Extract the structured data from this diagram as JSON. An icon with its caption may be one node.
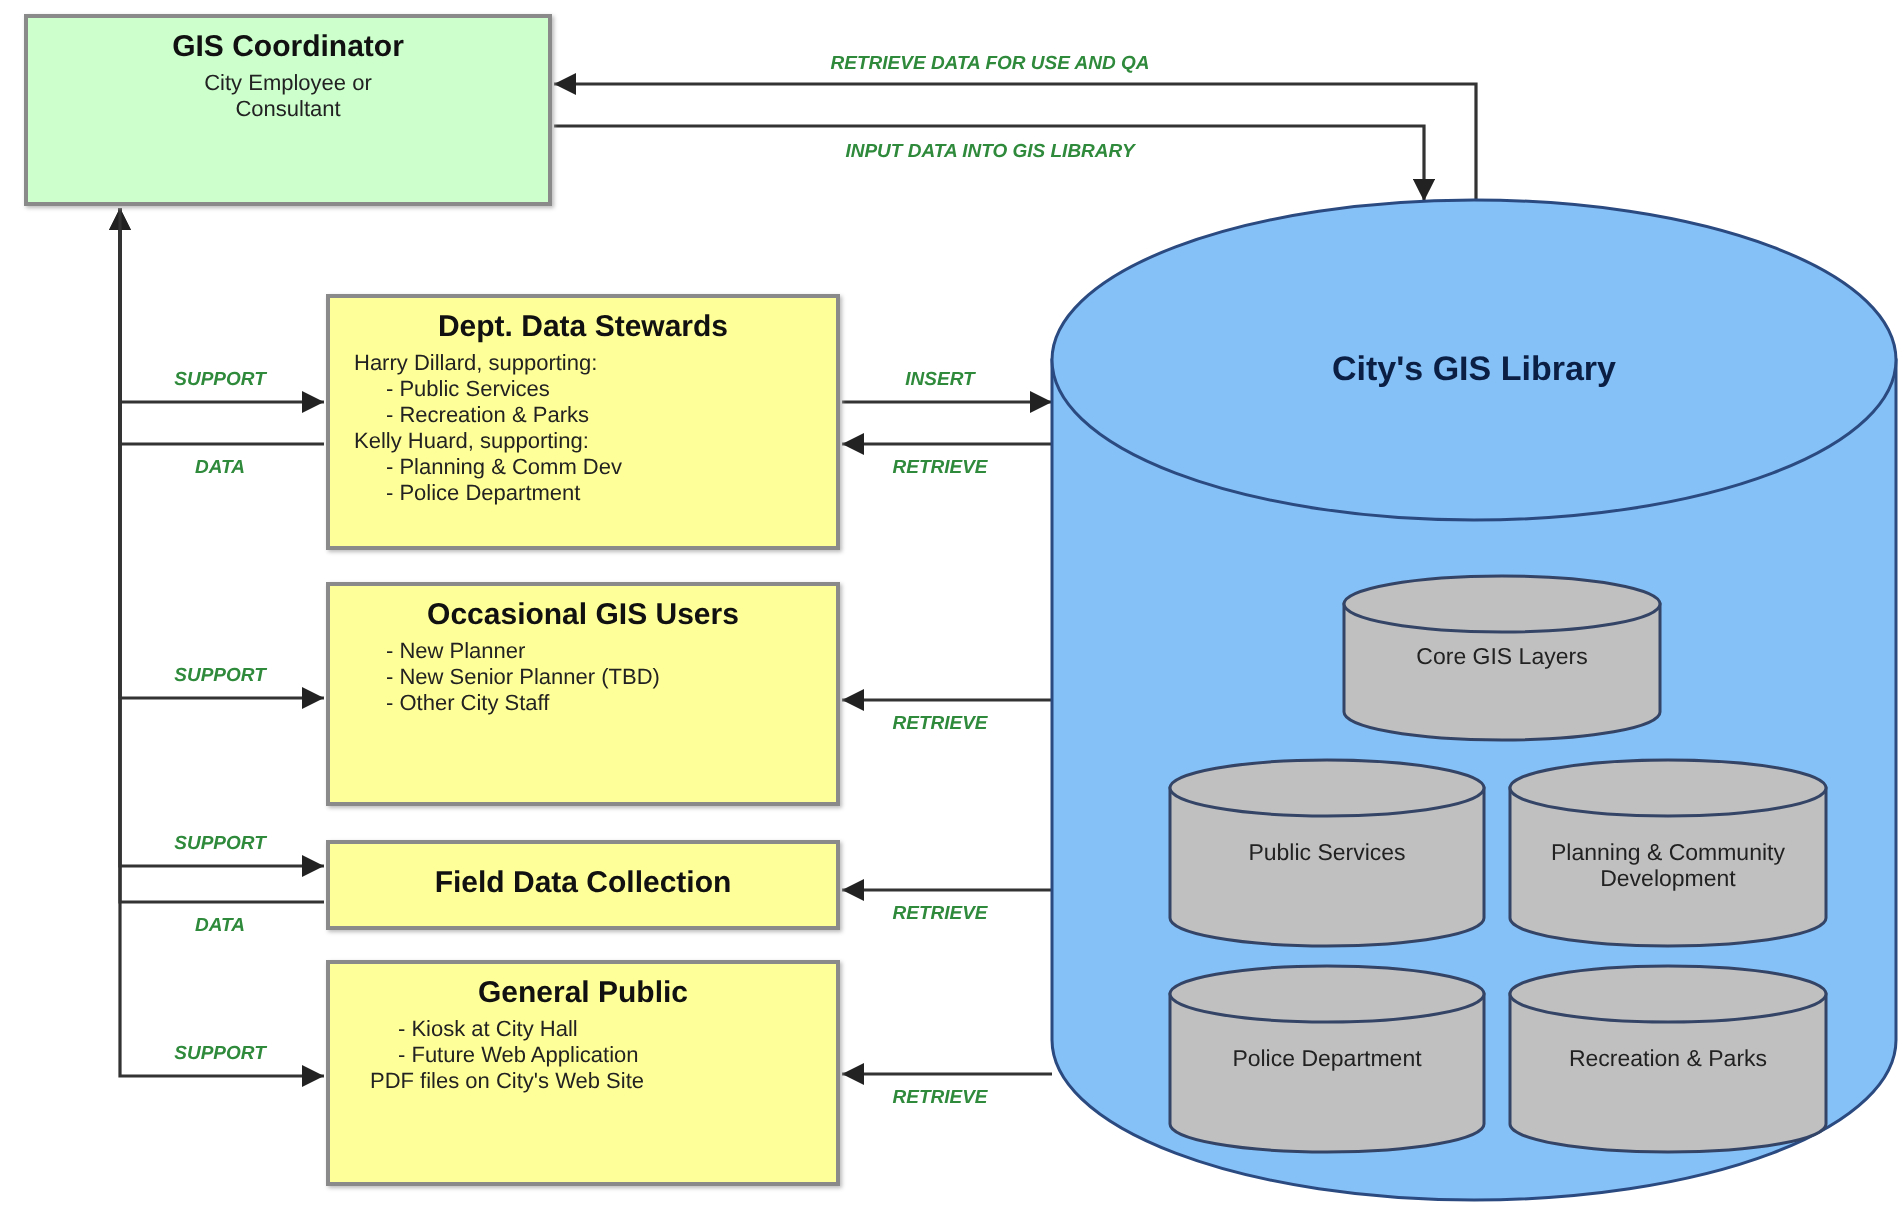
{
  "diagram": {
    "nodes": [
      {
        "text": [
          "GIS Coordinator",
          "City Employee or Consultant"
        ]
      },
      {
        "text": [
          "Dept. Data Stewards",
          "Harry Dillard, supporting:",
          "- Public Services",
          "- Recreation & Parks",
          "Kelly Huard, supporting:",
          "- Planning & Comm Dev",
          "- Police Department"
        ]
      },
      {
        "text": [
          "Occasional GIS Users",
          "- New Planner",
          "- New Senior Planner (TBD)",
          "- Other City Staff"
        ]
      },
      {
        "text": [
          "Field Data Collection"
        ]
      },
      {
        "text": [
          "General Public",
          "- Kiosk at City Hall",
          "- Future Web Application",
          "PDF files on City's Web Site"
        ]
      },
      {
        "text": [
          "City's GIS Library"
        ]
      },
      {
        "text": [
          "Core GIS Layers"
        ],
        "in": 5
      },
      {
        "text": [
          "Public Services"
        ],
        "in": 5
      },
      {
        "text": [
          "Planning & Community Development"
        ],
        "in": 5
      },
      {
        "text": [
          "Police Department"
        ],
        "in": 5
      },
      {
        "text": [
          "Recreation & Parks"
        ],
        "in": 5
      }
    ],
    "edges": [
      {
        "from": 5,
        "to": 0,
        "arrow": "to",
        "label": "RETRIEVE DATA FOR USE AND QA"
      },
      {
        "from": 0,
        "to": 5,
        "arrow": "to",
        "label": "INPUT DATA INTO GIS LIBRARY"
      },
      {
        "from": 0,
        "to": 1,
        "arrow": "to",
        "label": "SUPPORT"
      },
      {
        "from": 1,
        "to": 0,
        "arrow": "to",
        "label": "DATA"
      },
      {
        "from": 0,
        "to": 2,
        "arrow": "to",
        "label": "SUPPORT"
      },
      {
        "from": 0,
        "to": 3,
        "arrow": "to",
        "label": "SUPPORT"
      },
      {
        "from": 3,
        "to": 0,
        "arrow": "to",
        "label": "DATA"
      },
      {
        "from": 0,
        "to": 4,
        "arrow": "to",
        "label": "SUPPORT"
      },
      {
        "from": 1,
        "to": 5,
        "arrow": "to",
        "label": "INSERT"
      },
      {
        "from": 5,
        "to": 1,
        "arrow": "to",
        "label": "RETRIEVE"
      },
      {
        "from": 5,
        "to": 2,
        "arrow": "to",
        "label": "RETRIEVE"
      },
      {
        "from": 5,
        "to": 3,
        "arrow": "to",
        "label": "RETRIEVE"
      },
      {
        "from": 5,
        "to": 4,
        "arrow": "to",
        "label": "RETRIEVE"
      }
    ]
  }
}
